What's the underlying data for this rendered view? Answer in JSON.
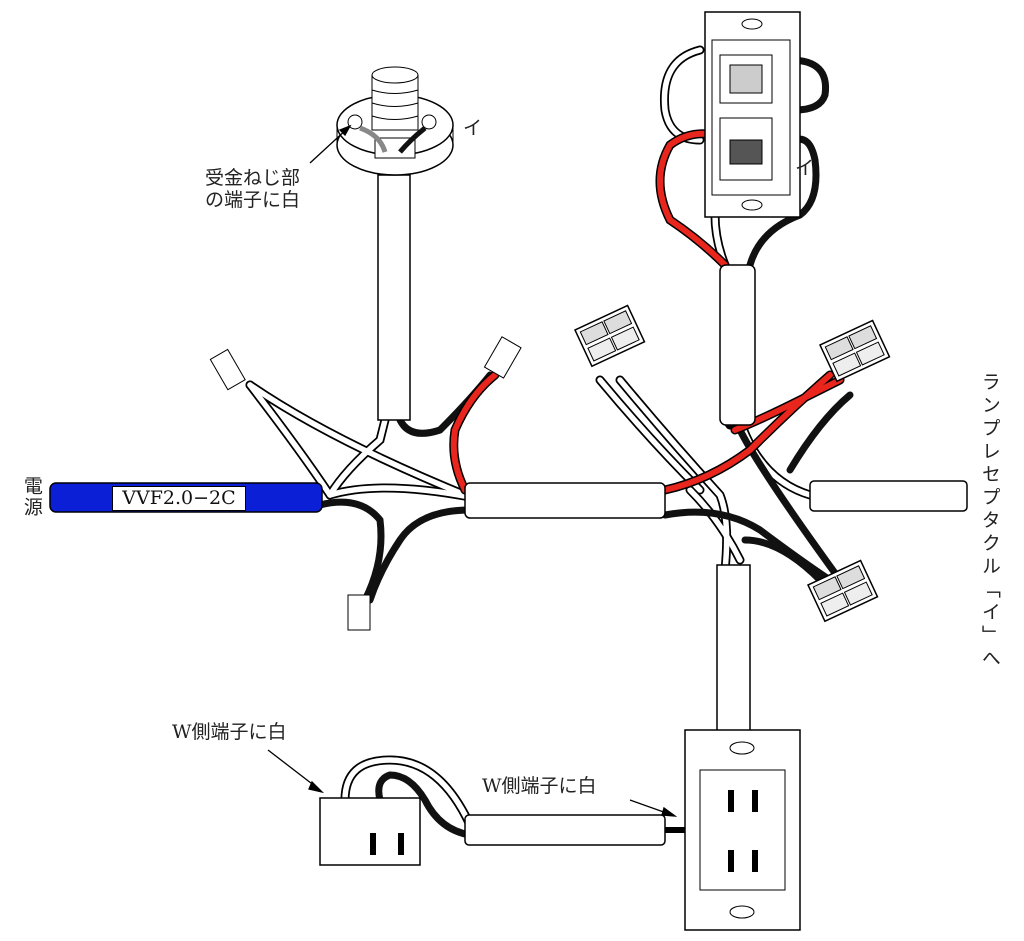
{
  "labels": {
    "lamp_white_note_line1": "受金ねじ部",
    "lamp_white_note_line2": "の端子に白",
    "lamp_mark": "イ",
    "switch_mark": "イ",
    "power_source": "電源",
    "power_cable": "VVF2.0−2C",
    "to_receptacle": "ランプレセプタクル「イ」へ",
    "outlet_w_note": "W側端子に白",
    "duplex_w_note": "W側端子に白"
  },
  "colors": {
    "power_cable": "#0a1fd6",
    "red_wire": "#e8261e",
    "black_wire": "#111111",
    "white_wire": "#ffffff"
  }
}
